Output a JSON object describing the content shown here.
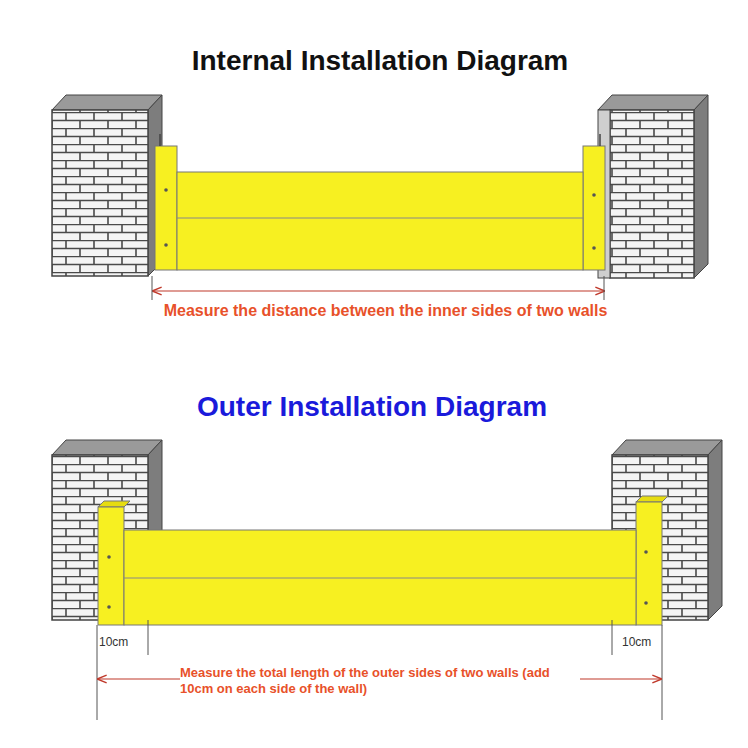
{
  "diagram": {
    "title": "Internal Installation Diagram",
    "labels": [
      "Measure the distance between the inner sides of two walls",
      "Outer Installation Diagram",
      "10cm",
      "10cm",
      "Measure the total length of the outer sides of two walls (add 10cm on each side of the wall)"
    ]
  }
}
